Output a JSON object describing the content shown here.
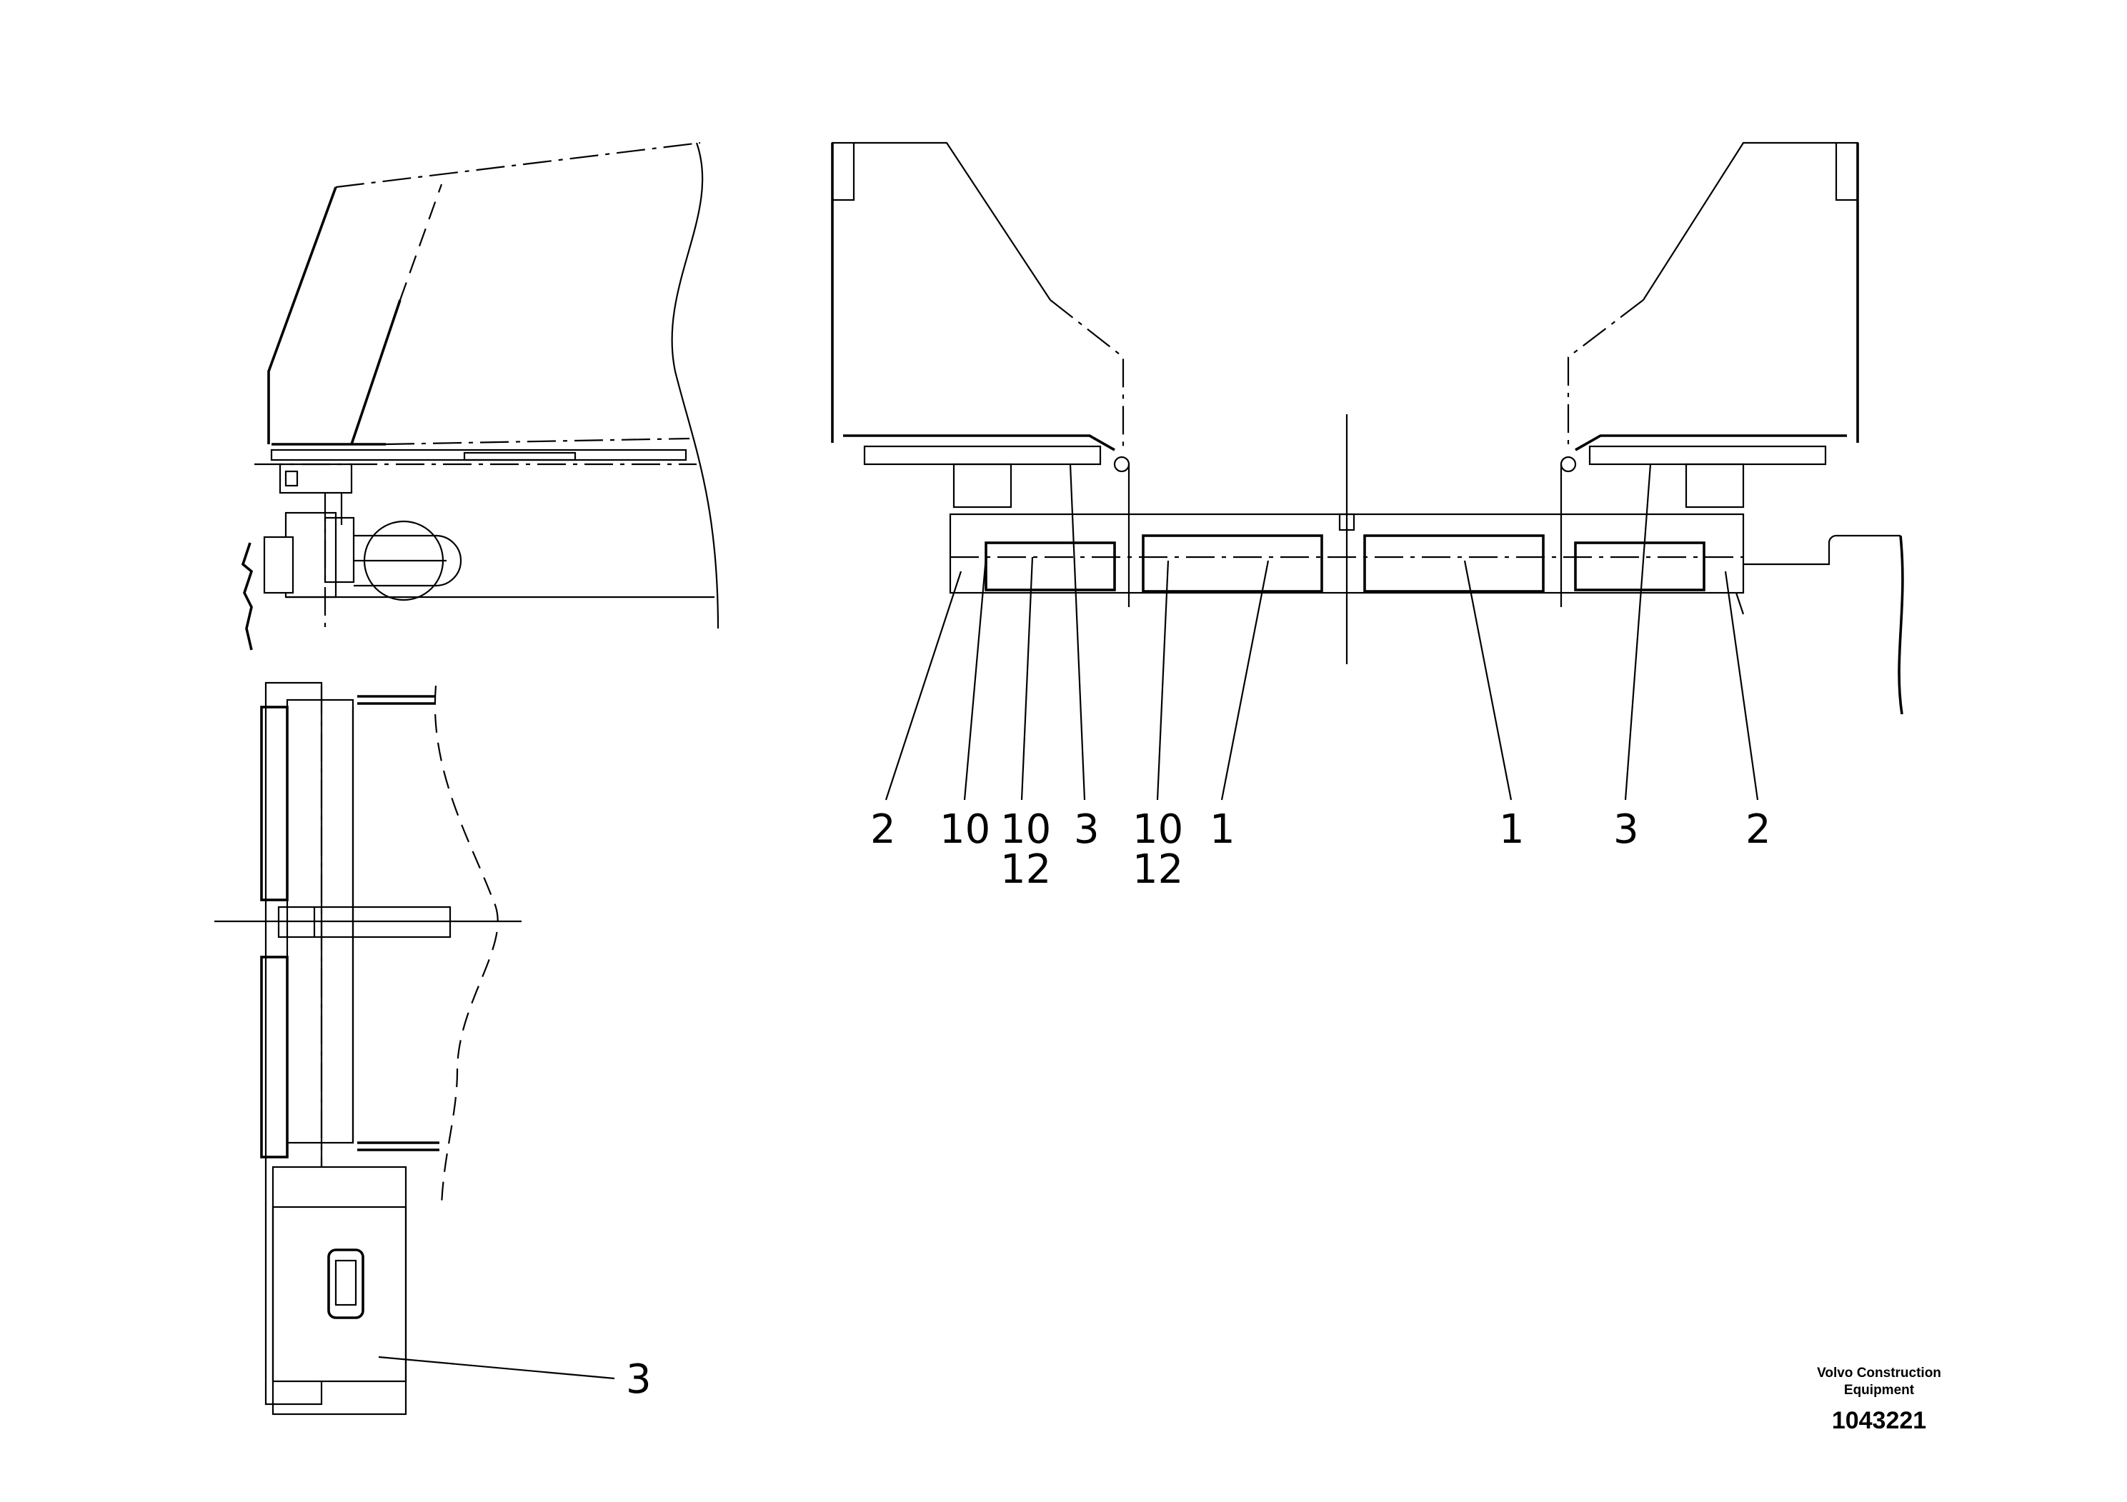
{
  "callouts_main": [
    "2",
    "10",
    "10",
    "3",
    "10",
    "1",
    "1",
    "3",
    "2"
  ],
  "callouts_main_second_row": [
    "12",
    "12"
  ],
  "callout_side": "3",
  "logo": {
    "line1": "Volvo Construction",
    "line2": "Equipment"
  },
  "document_number": "1043221"
}
